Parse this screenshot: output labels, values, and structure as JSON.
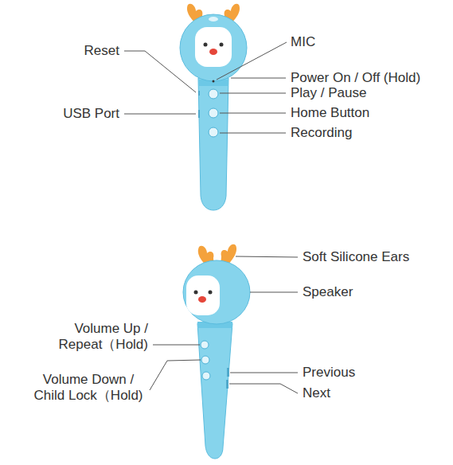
{
  "diagram": {
    "labels": [
      "Reset",
      "MIC",
      "Power On / Off (Hold)",
      "USB Port",
      "Play / Pause",
      "Home Button",
      "Recording",
      "Soft Silicone Ears",
      "Speaker",
      "Volume Up / Repeat（Hold)",
      "Previous",
      "Volume Down / Child Lock（Hold)",
      "Next"
    ]
  }
}
